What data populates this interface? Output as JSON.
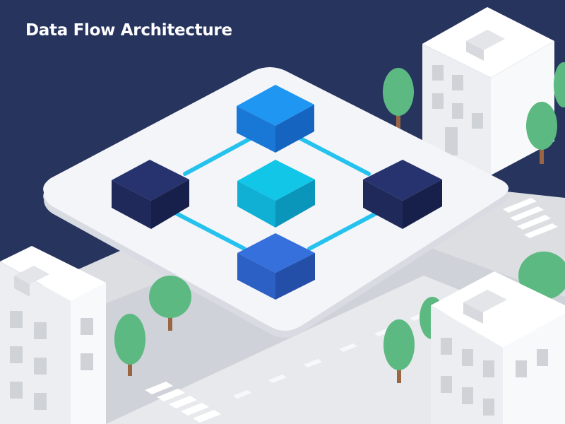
{
  "diagram": {
    "title": "Data Flow Architecture"
  },
  "colors": {
    "background": "#26345e",
    "platform": "#f4f5f8",
    "connector": "#26c2ee",
    "node_top_blue": "#1e96f2",
    "node_top_cyan": "#12c6e8",
    "node_top_navy": "#26336e",
    "node_top_royal": "#3670dc",
    "tree": "#5cb981",
    "trunk": "#9a6542",
    "building": "#f3f4f6",
    "road": "#dcdee2"
  },
  "nodes": [
    {
      "id": "top",
      "color": "blue"
    },
    {
      "id": "left",
      "color": "navy"
    },
    {
      "id": "center",
      "color": "cyan"
    },
    {
      "id": "right",
      "color": "navy"
    },
    {
      "id": "bottom",
      "color": "royal"
    }
  ],
  "connections": [
    {
      "from": "top",
      "to": "left"
    },
    {
      "from": "top",
      "to": "right"
    },
    {
      "from": "left",
      "to": "bottom"
    },
    {
      "from": "right",
      "to": "bottom"
    }
  ],
  "icons": {
    "tree": "tree-icon",
    "building": "building-icon"
  }
}
